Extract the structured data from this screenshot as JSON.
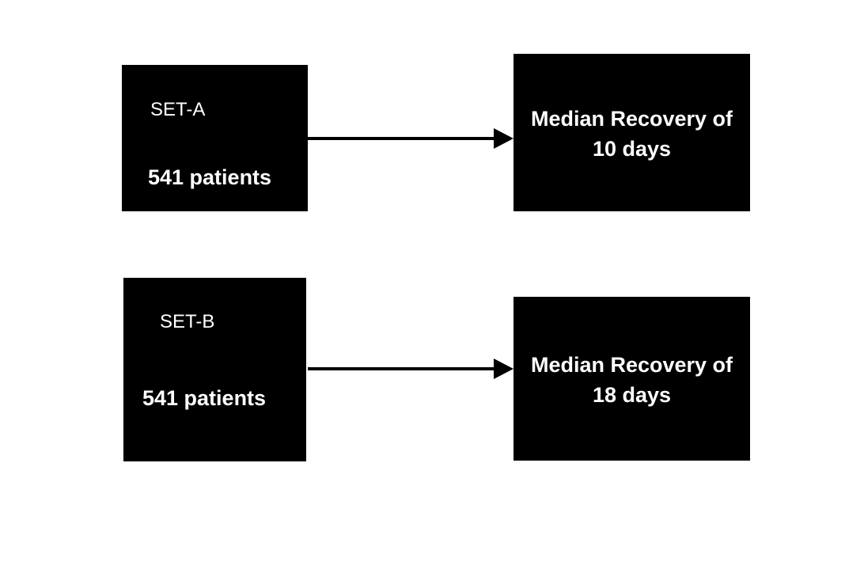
{
  "rows": [
    {
      "set_label": "SET-A",
      "count_label": "541 patients",
      "outcome_line1": "Median Recovery of",
      "outcome_line2": "10 days"
    },
    {
      "set_label": "SET-B",
      "count_label": "541 patients",
      "outcome_line1": "Median Recovery of",
      "outcome_line2": "18 days"
    }
  ],
  "colors": {
    "box_fill": "#000000",
    "box_text": "#ffffff",
    "arrow": "#000000",
    "background": "#ffffff"
  }
}
